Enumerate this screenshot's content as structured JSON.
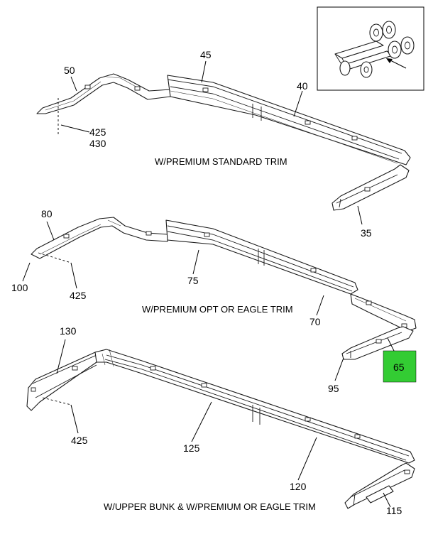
{
  "captions": {
    "premium_standard": "W/PREMIUM STANDARD TRIM",
    "premium_opt_eagle": "W/PREMIUM OPT OR EAGLE TRIM",
    "upper_bunk": "W/UPPER BUNK & W/PREMIUM OR EAGLE TRIM"
  },
  "callouts": {
    "c50": "50",
    "c45": "45",
    "c40": "40",
    "c425_top": "425",
    "c430": "430",
    "c35": "35",
    "c80": "80",
    "c100": "100",
    "c425_mid": "425",
    "c75": "75",
    "c70": "70",
    "c65": "65",
    "c95": "95",
    "c130": "130",
    "c425_bot": "425",
    "c125": "125",
    "c120": "120",
    "c115": "115"
  },
  "colors": {
    "highlight": "#33cc33",
    "line": "#1a1a1a"
  },
  "icons": {
    "locator": "chassis-locator-icon"
  }
}
